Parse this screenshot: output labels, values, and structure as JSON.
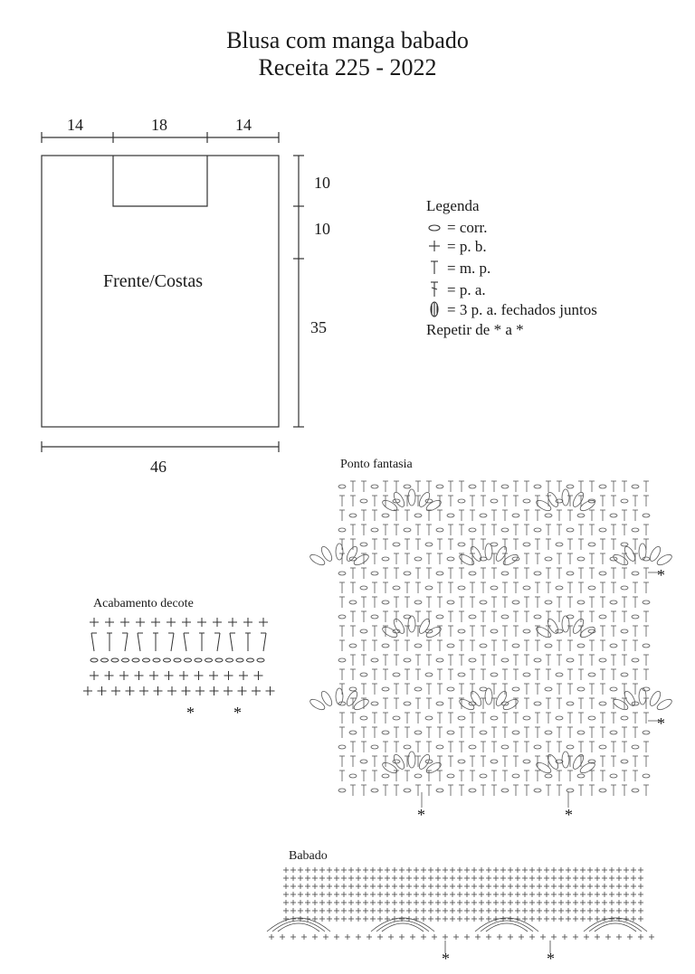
{
  "title": {
    "line1": "Blusa com manga babado",
    "line2": "Receita 225 - 2022"
  },
  "schematic": {
    "top_dims": [
      "14",
      "18",
      "14"
    ],
    "side_dims": [
      "10",
      "10",
      "35"
    ],
    "bottom_dim": "46",
    "label": "Frente/Costas"
  },
  "legend": {
    "title": "Legenda",
    "items": [
      {
        "symbol": "chain-oval-icon",
        "text": "= corr."
      },
      {
        "symbol": "single-crochet-cross-icon",
        "text": "= p. b."
      },
      {
        "symbol": "half-double-crochet-icon",
        "text": "= m. p."
      },
      {
        "symbol": "double-crochet-icon",
        "text": "= p. a."
      },
      {
        "symbol": "cluster-3dc-icon",
        "text": "= 3 p. a. fechados juntos"
      }
    ],
    "repeat": "Repetir de * a *"
  },
  "charts": {
    "neckline_title": "Acabamento decote",
    "fancy_stitch_title": "Ponto fantasia",
    "ruffle_title": "Babado",
    "repeat_mark": "*"
  }
}
